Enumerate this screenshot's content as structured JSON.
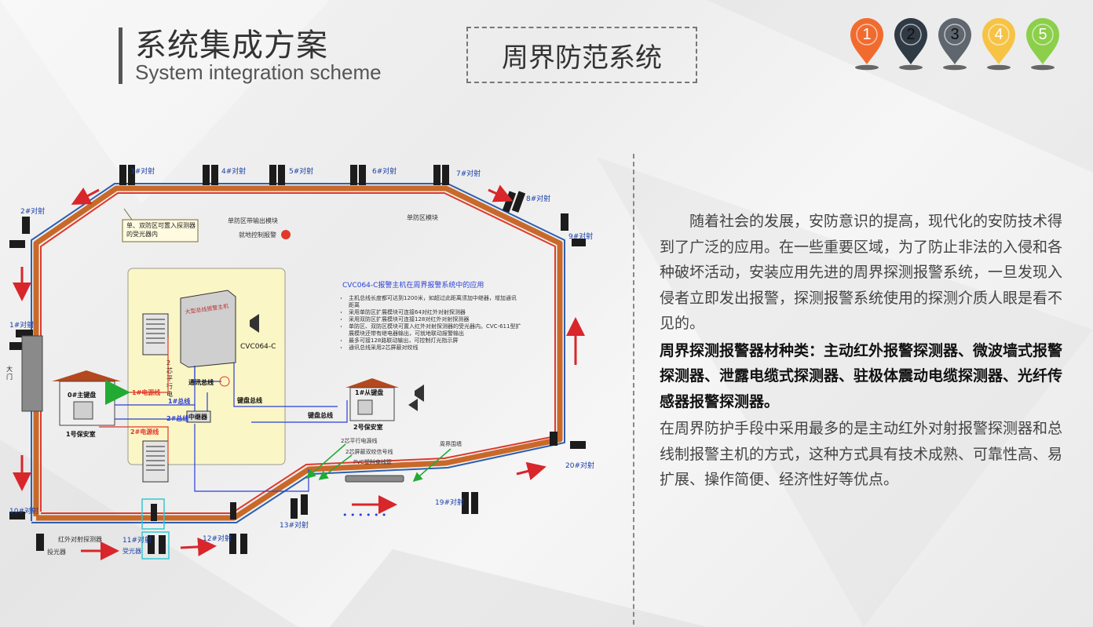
{
  "header": {
    "title_cn": "系统集成方案",
    "title_en": "System integration scheme",
    "section": "周界防范系统",
    "steps": [
      {
        "label": "1",
        "color": "#f26b2e"
      },
      {
        "label": "2",
        "color": "#2f3a44"
      },
      {
        "label": "3",
        "color": "#5f666e"
      },
      {
        "label": "4",
        "color": "#f6c344"
      },
      {
        "label": "5",
        "color": "#8ccf4a"
      }
    ]
  },
  "diagram": {
    "detectors": {
      "d1": "1#对射",
      "d2": "2#对射",
      "d3": "3#对射",
      "d4": "4#对射",
      "d5": "5#对射",
      "d6": "6#对射",
      "d7": "7#对射",
      "d8": "8#对射",
      "d9": "9#对射",
      "d10": "10#对射",
      "d11": "11#对射",
      "d12": "12#对射",
      "d13": "13#对射",
      "d19": "19#对射",
      "d20": "20#对射"
    },
    "callouts": {
      "receiver_note": "单、双防区可置入探测器的受光器内",
      "single_zone_output": "单防区带输出模块",
      "local_alarm": "就地控制报警",
      "single_zone_module": "单防区模块",
      "gate": "大门",
      "receiver": "受光器",
      "ir_detector": "红外对射探测器",
      "emitter": "投光器",
      "two_core_power": "2芯平行电源线",
      "two_core_signal": "2芯屏蔽双绞信号线",
      "pvc_pipe": "PVC塑料穿线管",
      "fence": "周界围墙",
      "dots": "• • • • • •"
    },
    "center": {
      "two_core_power_vertical": "2芯平行电源线",
      "host_name": "CVC064-C",
      "host_panel": "大型总线报警主机",
      "comm_bus": "通讯总线",
      "keyboard_bus": "键盘总线",
      "keyboard_bus2": "键盘总线",
      "power1": "1#电源线",
      "power2": "2#电源线",
      "bus1": "1#总线",
      "bus2": "2#总线",
      "repeater": "中继器",
      "main_keyboard": "0#主键盘",
      "guard1": "1号保安室",
      "slave_keyboard": "1#从键盘",
      "guard2": "2号保安室"
    },
    "info": {
      "title": "CVC064-C报警主机在周界报警系统中的应用",
      "items": [
        "主机总线长度都可达到1200米，如超过此距离须加中继器，增加通讯距离",
        "采用单防区扩展模块可连接64对红外对射探测器",
        "采用双防区扩展模块可连接128对红外对射探测器",
        "单防区、双防区模块可置入红外对射探测器的受光器内。CVC-611型扩展模块还带有继电器输出，可就地联动报警输出",
        "最多可接128路联动输出，可控制灯光指示屏",
        "通讯总线采用2芯屏蔽对绞线"
      ]
    }
  },
  "content": {
    "p1": "随着社会的发展，安防意识的提高，现代化的安防技术得到了广泛的应用。在一些重要区域，为了防止非法的入侵和各种破坏活动，安装应用先进的周界探测报警系统，一旦发现入侵者立即发出报警，探测报警系统使用的探测介质人眼是看不见的。",
    "p2": "周界探测报警器材种类：主动红外报警探测器、微波墙式报警探测器、泄露电缆式探测器、驻极体震动电缆探测器、光纤传感器报警探测器。",
    "p3": "在周界防护手段中采用最多的是主动红外对射报警探测器和总线制报警主机的方式，这种方式具有技术成熟、可靠性高、易扩展、操作简便、经济性好等优点。"
  }
}
